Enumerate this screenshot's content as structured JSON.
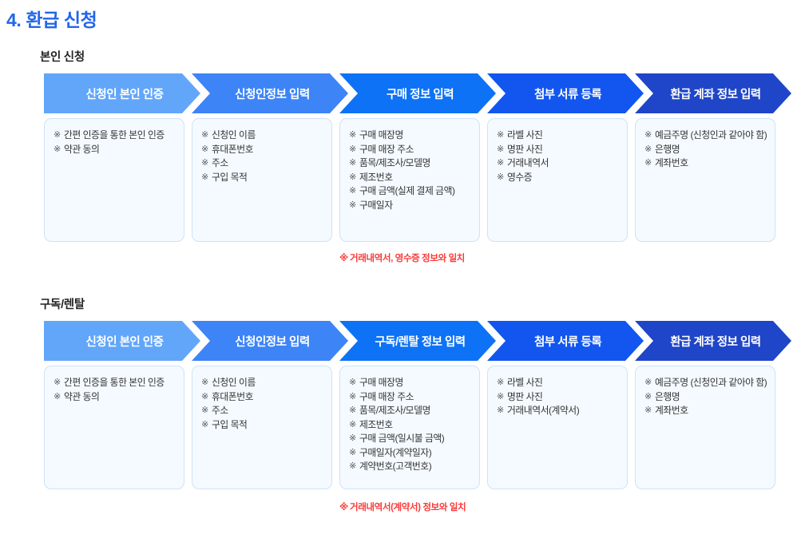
{
  "page": {
    "title": "4. 환급 신청"
  },
  "sections": [
    {
      "label": "본인 신청",
      "steps": [
        {
          "title": "신청인 본인 인증",
          "color": "#62a6fa",
          "items": [
            "간편 인증을 통한 본인 인증",
            "약관 동의"
          ]
        },
        {
          "title": "신청인정보 입력",
          "color": "#3d84f7",
          "items": [
            "신청인 이름",
            "휴대폰번호",
            "주소",
            "구입 목적"
          ]
        },
        {
          "title": "구매 정보 입력",
          "color": "#0d72f5",
          "items": [
            "구매 매장명",
            "구매 매장 주소",
            "품목/제조사/모델명",
            "제조번호",
            "구매 금액(실제 결제 금액)",
            "구매일자"
          ]
        },
        {
          "title": "첨부 서류 등록",
          "color": "#1256ef",
          "items": [
            "라벨 사진",
            "명판 사진",
            "거래내역서",
            "영수증"
          ]
        },
        {
          "title": "환급 계좌 정보 입력",
          "color": "#1f45c8",
          "items": [
            "예금주명 (신청인과 같아야 함)",
            "은행명",
            "계좌번호"
          ]
        }
      ],
      "note": "거래내역서, 영수증 정보와 일치",
      "note_color": "#fb3b3b"
    },
    {
      "label": "구독/렌탈",
      "steps": [
        {
          "title": "신청인 본인 인증",
          "color": "#62a6fa",
          "items": [
            "간편 인증을 통한 본인 인증",
            "약관 동의"
          ]
        },
        {
          "title": "신청인정보 입력",
          "color": "#3d84f7",
          "items": [
            "신청인 이름",
            "휴대폰번호",
            "주소",
            "구입 목적"
          ]
        },
        {
          "title": "구독/렌탈 정보 입력",
          "color": "#0d72f5",
          "items": [
            "구매 매장명",
            "구매 매장 주소",
            "품목/제조사/모델명",
            "제조번호",
            "구매 금액(일시불 금액)",
            "구매일자(계약일자)",
            "계약번호(고객번호)"
          ]
        },
        {
          "title": "첨부 서류 등록",
          "color": "#1256ef",
          "items": [
            "라벨 사진",
            "명판 사진",
            "거래내역서(계약서)"
          ]
        },
        {
          "title": "환급 계좌 정보 입력",
          "color": "#1f45c8",
          "items": [
            "예금주명 (신청인과 같아야 함)",
            "은행명",
            "계좌번호"
          ]
        }
      ],
      "note": "거래내역서(계약서) 정보와 일치",
      "note_color": "#fb3b3b"
    }
  ]
}
